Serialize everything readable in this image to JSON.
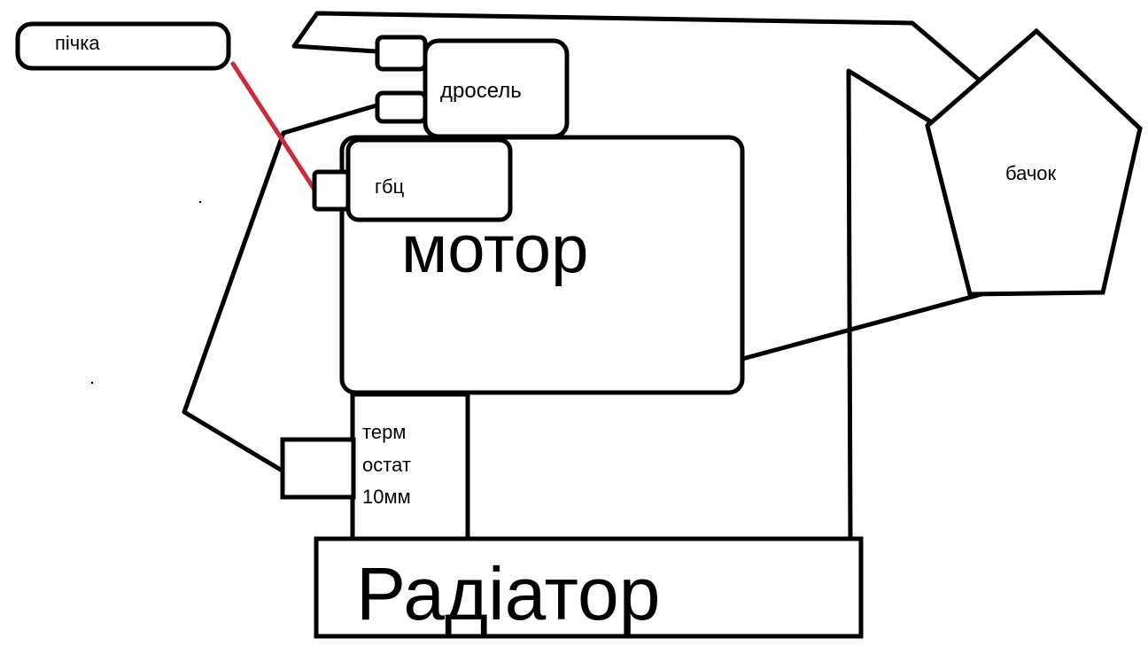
{
  "labels": {
    "stove": "пічка",
    "throttle": "дросель",
    "head": "гбц",
    "engine": "мотор",
    "tank": "бачок",
    "thermostat_line1": "терм",
    "thermostat_line2": "остат",
    "thermostat_line3": "10мм",
    "radiator": "Радіатор"
  },
  "colors": {
    "stroke": "#000000",
    "highlight_hose": "#cc2b3a",
    "background": "#ffffff"
  }
}
